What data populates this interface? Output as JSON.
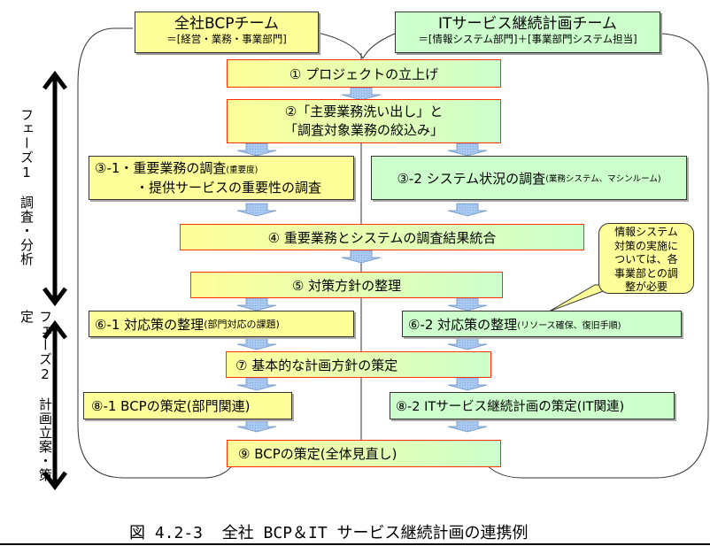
{
  "teams": {
    "bcp": {
      "title": "全社BCPチーム",
      "members": "＝[経営・業務・事業部門]"
    },
    "it": {
      "title": "ITサービス継続計画チーム",
      "members": "＝[情報システム部門]＋[事業部門システム担当]"
    }
  },
  "steps": {
    "s1": "①  プロジェクトの立上げ",
    "s2_line1": "②「主要業務洗い出し」と",
    "s2_line2": "「調査対象業務の絞込み」",
    "s3_1_line1": "③-1・重要業務の調査",
    "s3_1_note": "(重要度)",
    "s3_1_line2": "・提供サービスの重要性の調査",
    "s3_2": "③-2  システム状況の調査",
    "s3_2_note": "(業務システム、マシンルーム)",
    "s4": "④  重要業務とシステムの調査結果統合",
    "s5": "⑤  対策方針の整理",
    "s6_1": "⑥-1  対応策の整理",
    "s6_1_note": "(部門対応の課題)",
    "s6_2": "⑥-2  対応策の整理",
    "s6_2_note": "(リソース確保、復旧手順)",
    "s7": "⑦  基本的な計画方針の策定",
    "s8_1": "⑧-1  BCPの策定(部門関連)",
    "s8_2": "⑧-2  ITサービス継続計画の策定(IT関連)",
    "s9": "⑨  BCPの策定(全体見直し)"
  },
  "callout": {
    "lines": [
      "情報システム",
      "対策の実施に",
      "ついては、各",
      "事業部との調",
      "整が必要"
    ]
  },
  "phases": {
    "phase1": "フェーズ1　調査・分析",
    "phase2": "フェーズ2　計画立案・策定"
  },
  "caption": "図 4.2-3  全社 BCP＆IT サービス継続計画の連携例",
  "colors": {
    "yellow": "#ffff99",
    "green": "#ccffcc",
    "red_border": "#ff3300",
    "arrow_fill": "#99ccff"
  }
}
